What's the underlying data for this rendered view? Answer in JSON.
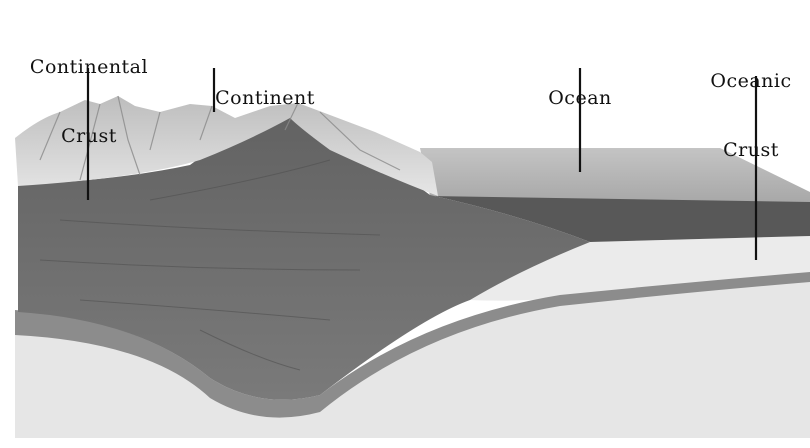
{
  "labels": {
    "continental_crust": [
      "Continental",
      "Crust"
    ],
    "continent": "Continent",
    "ocean": "Ocean",
    "oceanic_crust": [
      "Oceanic",
      "Crust"
    ]
  },
  "colors": {
    "background": "#ffffff",
    "leader_line": "#111111",
    "mountains": "#d4d4d4",
    "continental_crust": "#6e6e6e",
    "ocean_water": "#b9b9b9",
    "oceanic_crust_dark": "#5a5a5a",
    "oceanic_crust_light": "#e9e9e9",
    "mantle_band": "#8c8c8c",
    "mantle": "#e6e6e6"
  }
}
